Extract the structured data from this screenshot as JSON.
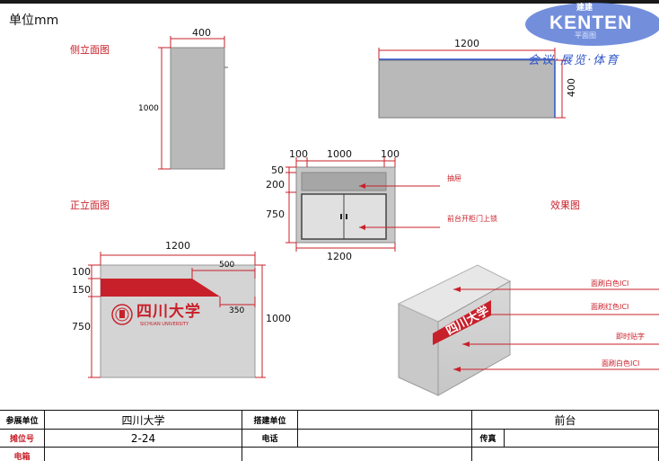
{
  "header": {
    "unit_label": "单位mm"
  },
  "logo": {
    "top_cn": "建建",
    "brand": "KENTEN",
    "tagline": "会议·展览·体育",
    "overlay_label": "平面图"
  },
  "views": {
    "side_title": "侧立面图",
    "front_title": "正立面图",
    "effect_title": "效果图"
  },
  "side_view": {
    "width": "400",
    "height": "1000"
  },
  "plan_view": {
    "width": "1200",
    "depth": "400"
  },
  "back_view": {
    "top_dims": [
      "100",
      "1000",
      "100"
    ],
    "left_dims": [
      "50",
      "200",
      "750"
    ],
    "bottom_dim": "1200",
    "drawer_note": "抽屉",
    "lock_note": "前台开柜门上锁"
  },
  "front_view": {
    "width": "1200",
    "left_dims": [
      "100",
      "150",
      "750"
    ],
    "height": "1000",
    "band_dims": [
      "500",
      "350"
    ],
    "logo_cn": "四川大学",
    "logo_en": "SICHUAN UNIVERSITY"
  },
  "effect_view": {
    "notes": [
      "面刷白色ICI",
      "面刷红色ICI",
      "即时贴字",
      "面刷白色ICI"
    ]
  },
  "colors": {
    "accent_red": "#c8202a",
    "panel_gray": "#b9b9b9",
    "logo_blue": "#2f55c7"
  },
  "table": {
    "exhibitor_label": "参展单位",
    "exhibitor_value": "四川大学",
    "builder_label": "搭建单位",
    "builder_value": "",
    "item_name": "前台",
    "booth_label": "摊位号",
    "booth_value": "2-24",
    "phone_label": "电话",
    "phone_value": "",
    "fax_label": "传真",
    "fax_value": "",
    "email_label": "电箱"
  }
}
